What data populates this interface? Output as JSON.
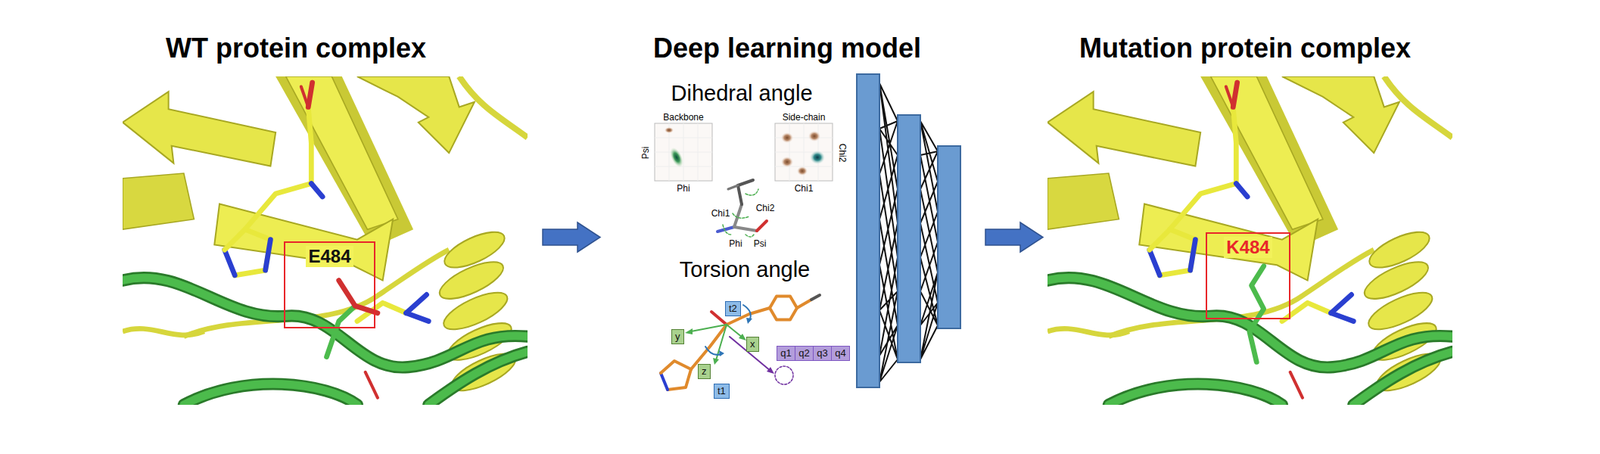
{
  "diagram": {
    "nodes": [
      {
        "text": [
          "E484"
        ]
      },
      {
        "text": [
          "K484"
        ]
      },
      {
        "text": [
          "t2"
        ]
      },
      {
        "text": [
          "y"
        ]
      },
      {
        "text": [
          "x"
        ]
      },
      {
        "text": [
          "z"
        ]
      },
      {
        "text": [
          "t1"
        ]
      },
      {
        "text": [
          "q1"
        ]
      },
      {
        "text": [
          "q2"
        ]
      },
      {
        "text": [
          "q3"
        ]
      },
      {
        "text": [
          "q4"
        ]
      }
    ],
    "labels": [
      "WT protein complex",
      "Deep learning model",
      "Mutation protein complex",
      "Dihedral angle",
      "Backbone",
      "Side-chain",
      "Psi",
      "Phi",
      "Chi2",
      "Chi1",
      "Chi1",
      "Chi2",
      "Phi",
      "Psi",
      "Torsion angle"
    ]
  }
}
